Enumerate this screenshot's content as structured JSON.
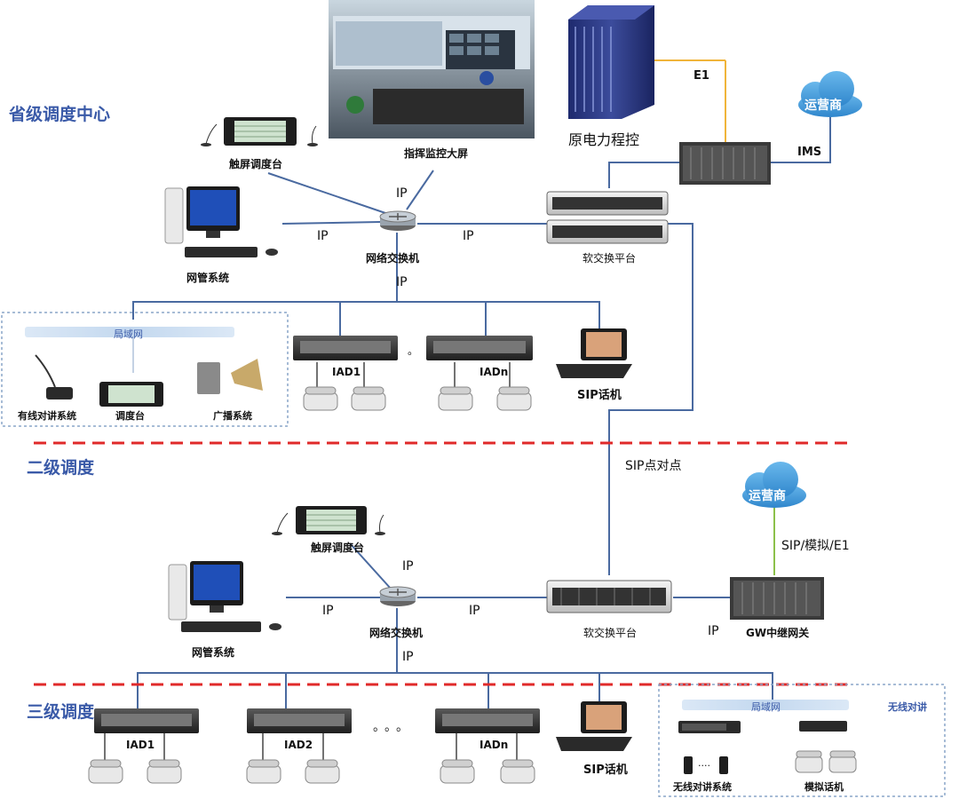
{
  "tiers": {
    "provincial": "省级调度中心",
    "second": "二级调度",
    "third": "三级调度"
  },
  "top": {
    "touch_console": "触屏调度台",
    "big_screen": "指挥监控大屏",
    "pbx": "原电力程控",
    "e1": "E1",
    "ims": "IMS",
    "carrier": "运营商",
    "switch": "网络交换机",
    "nms": "网管系统",
    "softswitch": "软交换平台",
    "ip": "IP",
    "lan": "局域网",
    "intercom": "有线对讲系统",
    "console": "调度台",
    "broadcast": "广播系统",
    "iad1": "IAD1",
    "iadn": "IADn",
    "sip_phone": "SIP话机",
    "dot": "。"
  },
  "link": {
    "sip_p2p": "SIP点对点"
  },
  "middle": {
    "touch_console": "触屏调度台",
    "carrier": "运营商",
    "sip_analog_e1": "SIP/模拟/E1",
    "switch": "网络交换机",
    "nms": "网管系统",
    "softswitch": "软交换平台",
    "gw": "GW中继网关",
    "ip": "IP"
  },
  "bottom": {
    "iad1": "IAD1",
    "iad2": "IAD2",
    "iadn": "IADn",
    "sip_phone": "SIP话机",
    "dots": "。。。",
    "dots2": "。。。",
    "lan": "局域网",
    "wireless_intercom": "无线对讲",
    "wireless_system": "无线对讲系统",
    "analog_phone": "模拟话机",
    "radio_dots": "····"
  },
  "colors": {
    "line": "#4a6aa0",
    "e1_line": "#f0b43a",
    "green_line": "#8cc04a",
    "divider": "#e02a2a",
    "tier_text": "#3a5aa8",
    "cloud": "#3f98d8"
  }
}
